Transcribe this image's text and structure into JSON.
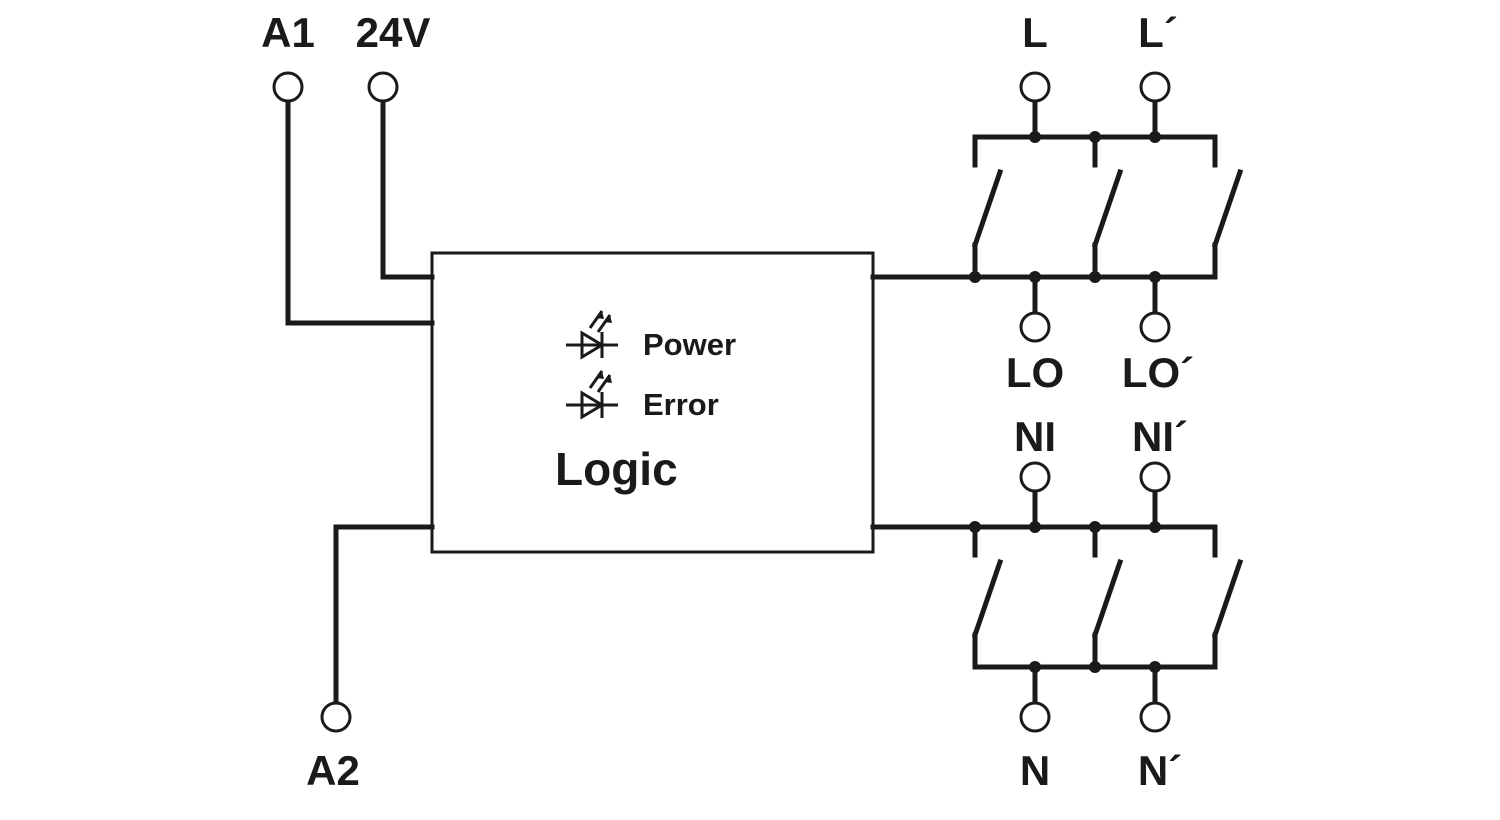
{
  "terminals": {
    "a1": "A1",
    "v24": "24V",
    "a2": "A2",
    "l": "L",
    "l_prime": "L´",
    "lo": "LO",
    "lo_prime": "LO´",
    "ni": "NI",
    "ni_prime": "NI´",
    "n": "N",
    "n_prime": "N´"
  },
  "logic_block": {
    "title": "Logic",
    "leds": [
      {
        "label": "Power",
        "icon": "led-diode-icon"
      },
      {
        "label": "Error",
        "icon": "led-diode-icon"
      }
    ]
  },
  "colors": {
    "line": "#1a1a1a",
    "background": "#ffffff"
  }
}
